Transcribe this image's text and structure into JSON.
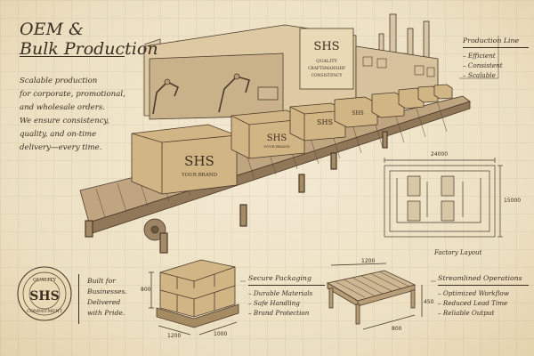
{
  "title_line1": "OEM &",
  "title_line2": "Bulk Production",
  "intro_lines": [
    "Scalable production",
    "for corporate, promotional,",
    "and wholesale orders.",
    "We ensure consistency,",
    "quality, and on-time",
    "delivery—every time."
  ],
  "building_sign": {
    "brand": "SHS",
    "line1": "QUALITY",
    "line2": "CRAFTSMANSHIP",
    "line3": "CONSISTENCY"
  },
  "box_label": {
    "brand": "SHS",
    "tagline": "YOUR BRAND"
  },
  "production_line": {
    "heading": "Production Line",
    "items": [
      "Efficient",
      "Consistent",
      "Scalable"
    ]
  },
  "factory_layout": {
    "label": "Factory Layout",
    "width_dim": "24000",
    "height_dim": "15000"
  },
  "seal": {
    "top": "QUALITY",
    "brand": "SHS",
    "bottom": "COMMITMENT"
  },
  "built_lines": [
    "Built for",
    "Businesses.",
    "Delivered",
    "with Pride."
  ],
  "pallet_dims": {
    "height": "800",
    "length": "1200",
    "width": "1000"
  },
  "secure_packaging": {
    "heading": "Secure Packaging",
    "items": [
      "Durable Materials",
      "Safe Handling",
      "Brand Protection"
    ]
  },
  "roller_dims": {
    "length": "1200",
    "height": "450",
    "width": "800"
  },
  "streamlined_operations": {
    "heading": "Streamlined Operations",
    "items": [
      "Optimized Workflow",
      "Reduced Lead Time",
      "Reliable Output"
    ]
  }
}
